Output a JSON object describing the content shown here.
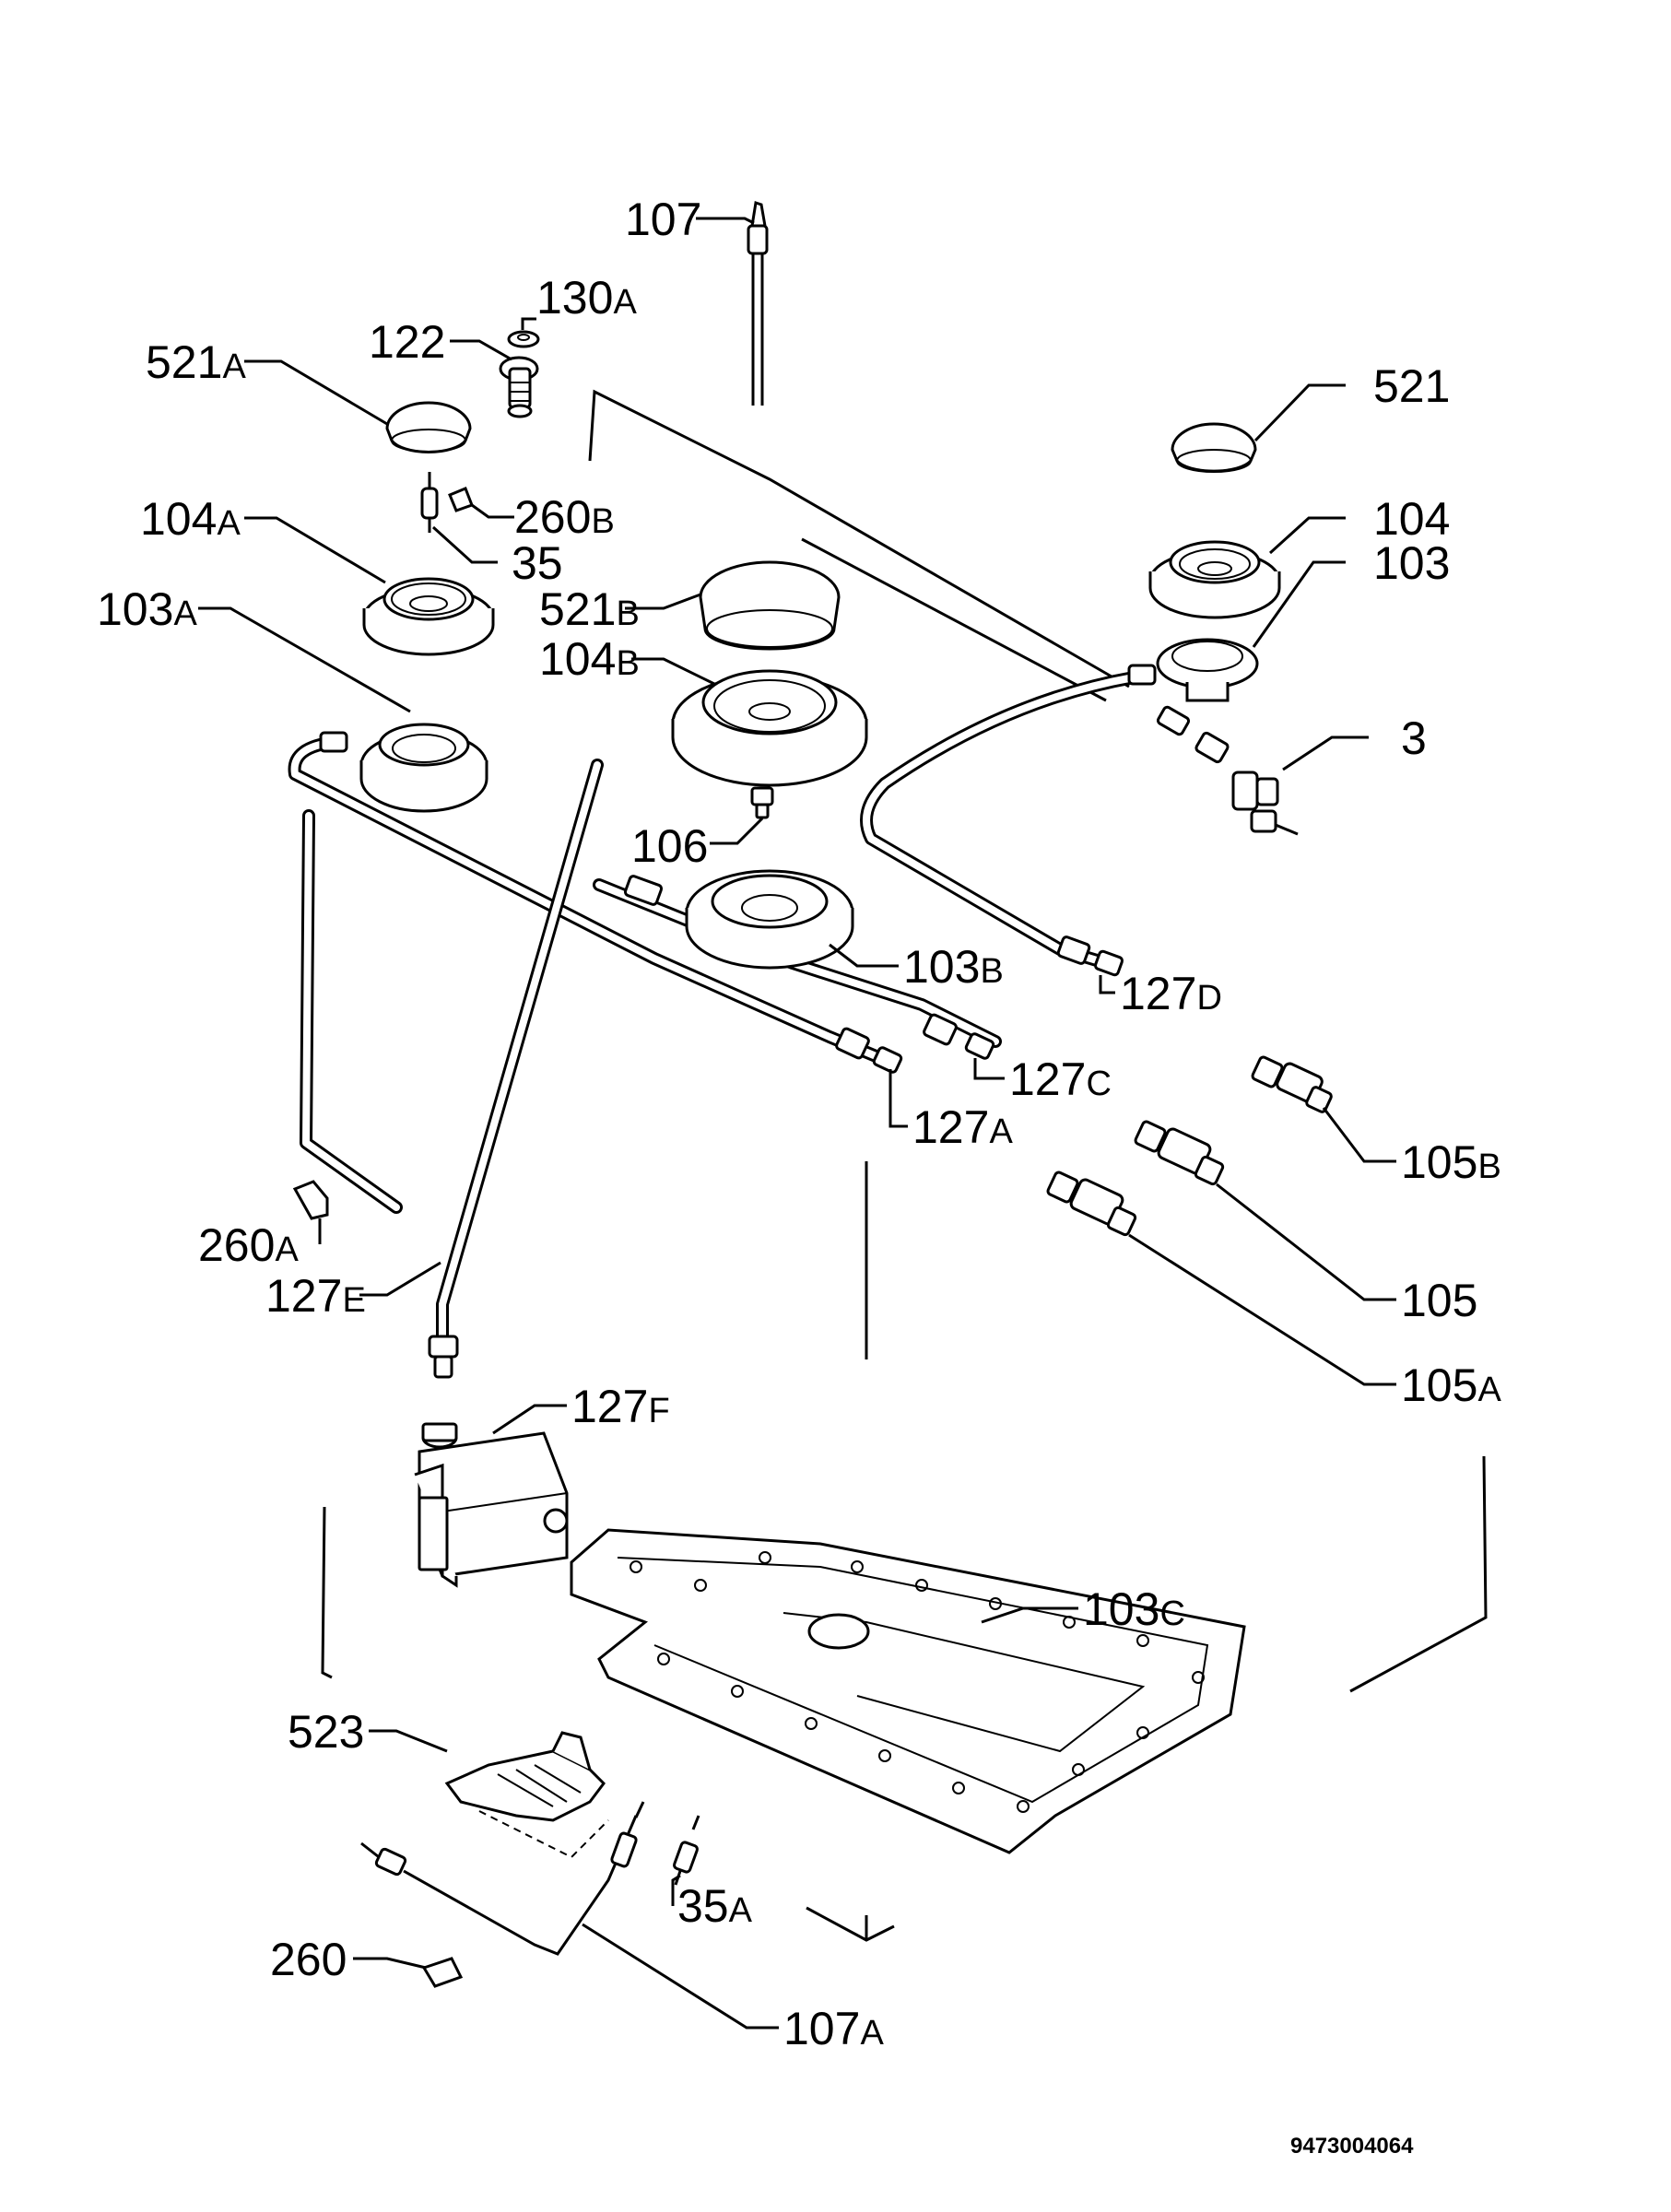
{
  "diagram": {
    "document_code": "9473004064",
    "parts": [
      {
        "num": "107",
        "suffix": ""
      },
      {
        "num": "130",
        "suffix": "A"
      },
      {
        "num": "122",
        "suffix": ""
      },
      {
        "num": "521",
        "suffix": "A"
      },
      {
        "num": "521",
        "suffix": ""
      },
      {
        "num": "260",
        "suffix": "B"
      },
      {
        "num": "104",
        "suffix": "A"
      },
      {
        "num": "35",
        "suffix": ""
      },
      {
        "num": "104",
        "suffix": ""
      },
      {
        "num": "103",
        "suffix": ""
      },
      {
        "num": "103",
        "suffix": "A"
      },
      {
        "num": "521",
        "suffix": "B"
      },
      {
        "num": "104",
        "suffix": "B"
      },
      {
        "num": "3",
        "suffix": ""
      },
      {
        "num": "106",
        "suffix": ""
      },
      {
        "num": "103",
        "suffix": "B"
      },
      {
        "num": "127",
        "suffix": "D"
      },
      {
        "num": "127",
        "suffix": "C"
      },
      {
        "num": "127",
        "suffix": "A"
      },
      {
        "num": "105",
        "suffix": "B"
      },
      {
        "num": "260",
        "suffix": "A"
      },
      {
        "num": "127",
        "suffix": "E"
      },
      {
        "num": "105",
        "suffix": ""
      },
      {
        "num": "105",
        "suffix": "A"
      },
      {
        "num": "127",
        "suffix": "F"
      },
      {
        "num": "103",
        "suffix": "C"
      },
      {
        "num": "523",
        "suffix": ""
      },
      {
        "num": "35",
        "suffix": "A"
      },
      {
        "num": "260",
        "suffix": ""
      },
      {
        "num": "107",
        "suffix": "A"
      }
    ]
  }
}
